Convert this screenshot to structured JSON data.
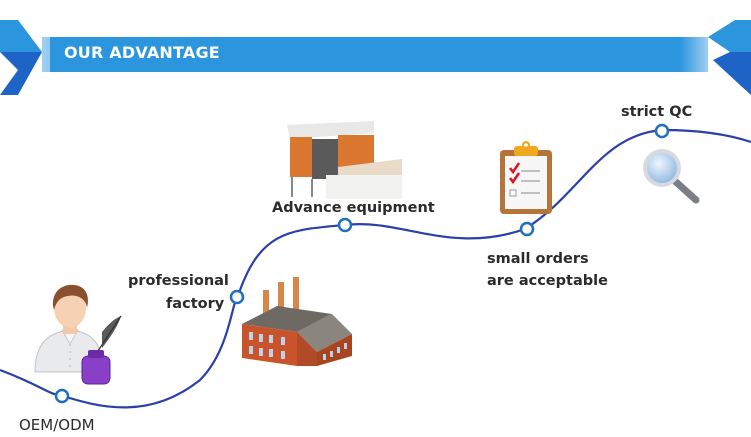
{
  "banner": {
    "title": "OUR ADVANTAGE",
    "color": "#2b95dd",
    "dark_color": "#1a5fc4"
  },
  "timeline": {
    "line_color": "#2a3fa8",
    "node_color": "#1f6fc0",
    "steps": [
      {
        "label": "OEM/ODM",
        "icon": "person-with-quill-icon"
      },
      {
        "label_line1": "professional",
        "label_line2": "factory",
        "icon": "factory-icon"
      },
      {
        "label": "Advance equipment",
        "icon": "machine-icon"
      },
      {
        "label_line1": "small orders",
        "label_line2": "are acceptable",
        "icon": "clipboard-checklist-icon"
      },
      {
        "label": "strict QC",
        "icon": "magnifying-glass-icon"
      }
    ]
  }
}
